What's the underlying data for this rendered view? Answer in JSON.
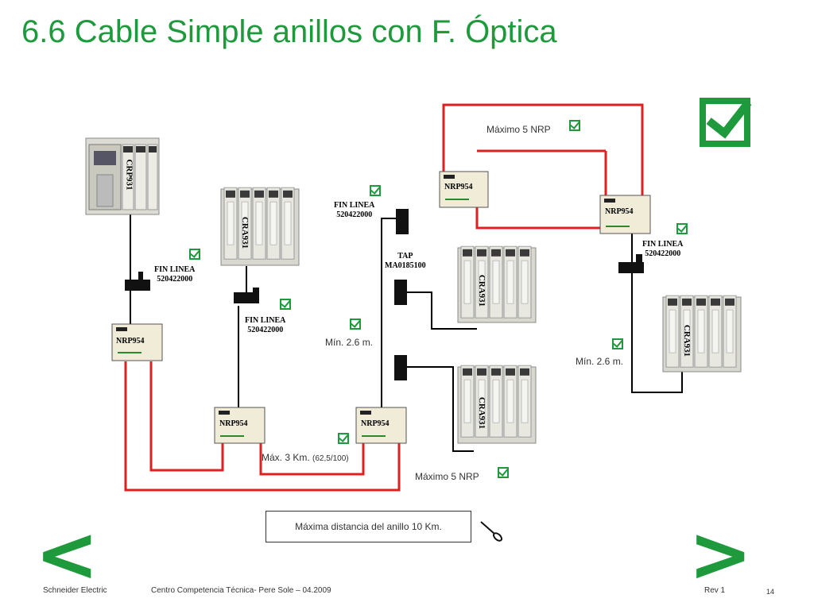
{
  "title": "6.6 Cable Simple anillos con F. Óptica",
  "modules": {
    "crp": "CRP931",
    "cra_left": "CRA931",
    "cra_mid_top": "CRA931",
    "cra_mid_bottom": "CRA931",
    "cra_right": "CRA931"
  },
  "nrp_label": "NRP954",
  "fin_linea": {
    "line1": "FIN LINEA",
    "line2": "520422000"
  },
  "tap": {
    "line1": "TAP",
    "line2": "MA0185100"
  },
  "labels": {
    "max_nrp_top": "Máximo 5 NRP",
    "max_nrp_bottom": "Máximo 5 NRP",
    "min_mid": "Mín. 2.6 m.",
    "min_right": "Mín. 2.6 m.",
    "max_km": "Máx. 3 Km.",
    "max_km_spec": "(62,5/100)"
  },
  "note": "Máxima distancia del anillo 10 Km.",
  "nav": {
    "prev": "<",
    "next": ">"
  },
  "footer": {
    "company": "Schneider Electric",
    "center": "Centro Competencia Técnica- Pere Sole – 04.2009",
    "rev": "Rev 1",
    "page": "14"
  },
  "colors": {
    "accent": "#1e9a3c",
    "fiber": "#e02020",
    "cable": "#000000"
  },
  "icons": [
    "checkbox-check-icon",
    "screwdriver-icon",
    "chevron-left",
    "chevron-right"
  ]
}
